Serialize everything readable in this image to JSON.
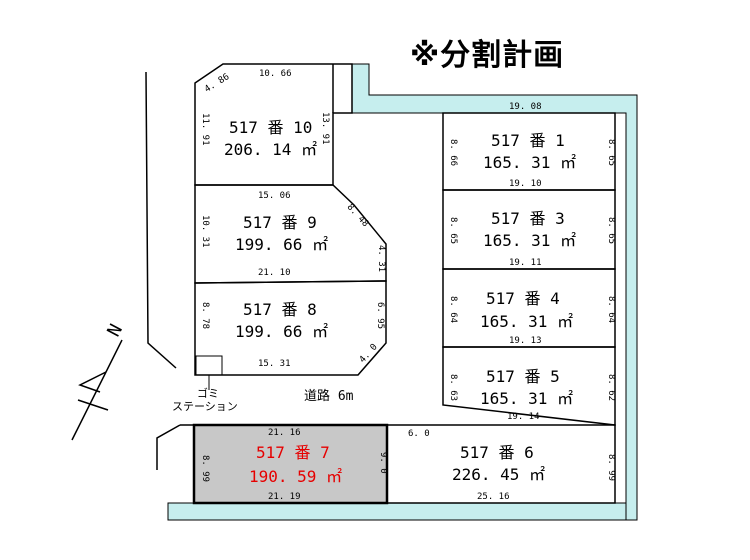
{
  "title": "※分割計画",
  "north": "N",
  "road_label": "道路 6m",
  "garbage_station": {
    "line1": "ゴミ",
    "line2": "ステーション"
  },
  "colors": {
    "greenbelt": "#c6eeee",
    "highlight_fill": "#c8c8c8",
    "highlight_text": "#e60000",
    "line": "#000000"
  },
  "area_unit": "㎡",
  "lots": [
    {
      "id": "lot-10",
      "name": "517 番 10",
      "area": "206. 14 ㎡"
    },
    {
      "id": "lot-9",
      "name": "517 番 9",
      "area": "199. 66 ㎡"
    },
    {
      "id": "lot-8",
      "name": "517 番 8",
      "area": "199. 66 ㎡"
    },
    {
      "id": "lot-1",
      "name": "517 番 1",
      "area": "165. 31 ㎡"
    },
    {
      "id": "lot-3",
      "name": "517 番 3",
      "area": "165. 31 ㎡"
    },
    {
      "id": "lot-4",
      "name": "517 番 4",
      "area": "165. 31 ㎡"
    },
    {
      "id": "lot-5",
      "name": "517 番 5",
      "area": "165. 31 ㎡"
    },
    {
      "id": "lot-6",
      "name": "517 番 6",
      "area": "226. 45 ㎡"
    },
    {
      "id": "lot-7",
      "name": "517 番 7",
      "area": "190. 59 ㎡"
    }
  ],
  "dimensions": {
    "d_4_86": "4. 86",
    "d_10_66": "10. 66",
    "d_11_91": "11. 91",
    "d_13_91": "13. 91",
    "d_15_06": "15. 06",
    "d_8_48": "8. 48",
    "d_10_31": "10. 31",
    "d_4_31": "4. 31",
    "d_21_10": "21. 10",
    "d_8_78": "8. 78",
    "d_6_95": "6. 95",
    "d_4_0": "4. 0",
    "d_15_31": "15. 31",
    "d_19_08": "19. 08",
    "d_8_66": "8. 66",
    "d_8_65a": "8. 65",
    "d_19_10": "19. 10",
    "d_8_65b": "8. 65",
    "d_8_65c": "8. 65",
    "d_19_11": "19. 11",
    "d_8_64a": "8. 64",
    "d_8_64b": "8. 64",
    "d_19_13": "19. 13",
    "d_8_63": "8. 63",
    "d_8_62": "8. 62",
    "d_19_14": "19. 14",
    "d_6_0": "6. 0",
    "d_8_99a": "8. 99",
    "d_25_16": "25. 16",
    "d_21_16": "21. 16",
    "d_8_99b": "8. 99",
    "d_9_0": "9. 0",
    "d_21_19": "21. 19"
  }
}
